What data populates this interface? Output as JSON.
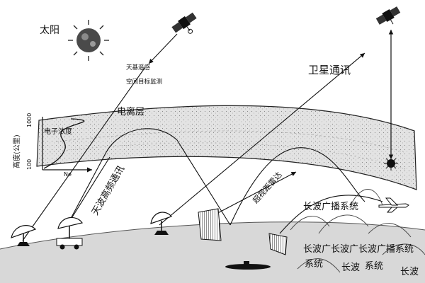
{
  "labels": {
    "sun": "太阳",
    "spacebased_1": "天基遥感",
    "spacebased_2": "空间目标监测",
    "ionosphere": "电离层",
    "electron_density": "电子浓度",
    "height_axis": "高度(公里)",
    "density_axis": "Ne",
    "tick_top": "1000",
    "tick_bottom": "100",
    "satellite_comm": "卫星通讯",
    "skywave_hf": "天波高频通讯",
    "ohr_radar": "超视距雷达",
    "lw_1": "长波广播系统",
    "lw_2": "长波广长波广长波广播系统",
    "lw_3": "系统",
    "lw_4": "长波",
    "lw_5": "系统",
    "lw_6": "长波"
  },
  "colors": {
    "ink": "#111111",
    "band_fill": "#d9d9d9",
    "sun_fill": "#555555",
    "ground": "#cfcfcf"
  },
  "icons": [
    "sun-icon",
    "satellite-icon",
    "satellite-dish-icon",
    "radar-truck-icon",
    "radar-array-icon",
    "aircraft-icon",
    "submarine-icon",
    "target-burst-icon"
  ]
}
